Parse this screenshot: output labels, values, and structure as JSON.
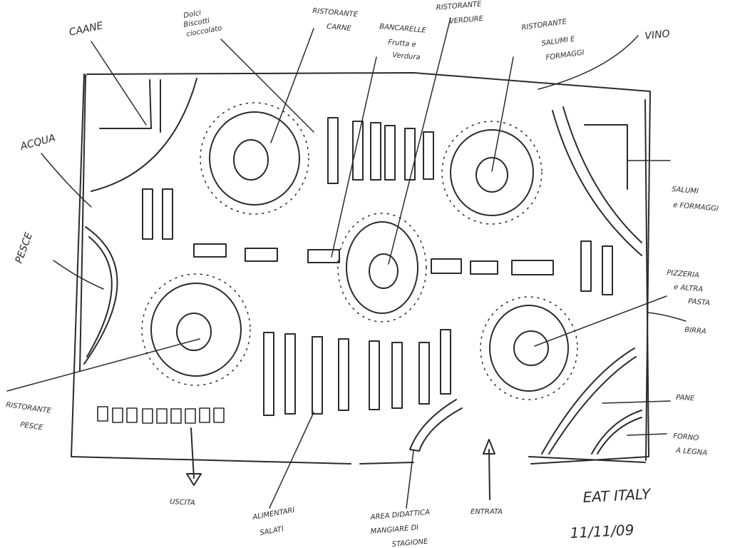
{
  "labels": {
    "carne": "CAANE",
    "dolci_1": "Dolci",
    "dolci_2": "Biscotti",
    "dolci_3": "cioccolato",
    "rist_carne_1": "RISTORANTE",
    "rist_carne_2": "CARNE",
    "bancarelle_1": "BANCARELLE",
    "bancarelle_2": "Frutta e",
    "bancarelle_3": "Verdura",
    "rist_verdure_1": "RISTORANTE",
    "rist_verdure_2": "VERDURE",
    "rist_salumi_1": "RISTORANTE",
    "rist_salumi_2": "SALUMI E",
    "rist_salumi_3": "FORMAGGI",
    "vino": "VINO",
    "acqua": "ACQUA",
    "pesce": "PESCE",
    "salumi_1": "SALUMI",
    "salumi_2": "e FORMAGGI",
    "pizzeria_1": "PIZZERIA",
    "pizzeria_2": "e ALTRA",
    "pizzeria_3": "PASTA",
    "birra": "BIRRA",
    "rist_pesce_1": "RISTORANTE",
    "rist_pesce_2": "PESCE",
    "pane": "PANE",
    "forno_1": "FORNO",
    "forno_2": "A LEGNA",
    "uscita": "USCITA",
    "alimentari_1": "ALIMENTARI",
    "alimentari_2": "SALATI",
    "area_1": "AREA DIDATTICA",
    "area_2": "MANGIARE DI",
    "area_3": "STAGIONE",
    "entrata": "ENTRATA",
    "eat_italy": "EAT ITALY",
    "date": "11/11/09"
  }
}
